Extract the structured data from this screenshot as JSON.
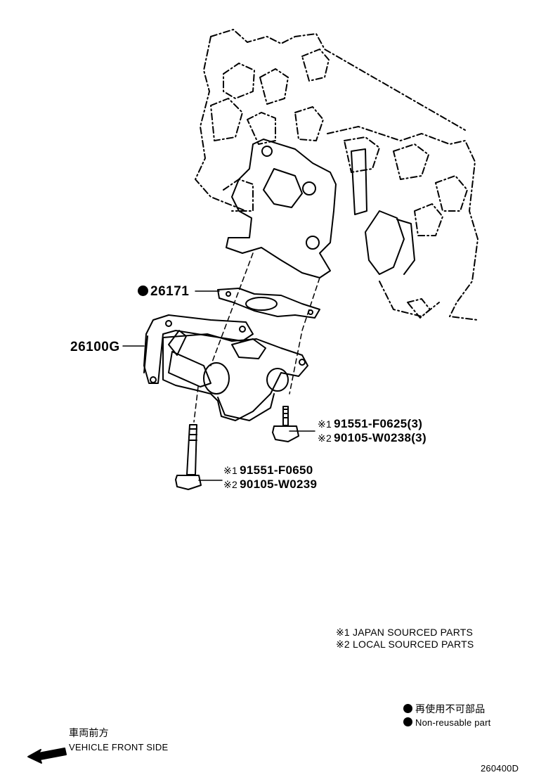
{
  "parts": {
    "gasket": {
      "number": "26171"
    },
    "housing": {
      "number": "26100G"
    },
    "bolt_short": {
      "items": [
        {
          "marker": "※1",
          "number": "91551-F0625(3)"
        },
        {
          "marker": "※2",
          "number": "90105-W0238(3)"
        }
      ]
    },
    "bolt_long": {
      "items": [
        {
          "marker": "※1",
          "number": "91551-F0650"
        },
        {
          "marker": "※2",
          "number": "90105-W0239"
        }
      ]
    }
  },
  "sourcing_notes": [
    {
      "marker": "※1",
      "text": "JAPAN SOURCED PARTS"
    },
    {
      "marker": "※2",
      "text": "LOCAL SOURCED PARTS"
    }
  ],
  "legend": {
    "non_reusable_jp": "再使用不可部品",
    "non_reusable_en": "Non-reusable part"
  },
  "direction": {
    "jp": "車両前方",
    "en": "VEHICLE FRONT SIDE"
  },
  "diagram_code": "260400D"
}
